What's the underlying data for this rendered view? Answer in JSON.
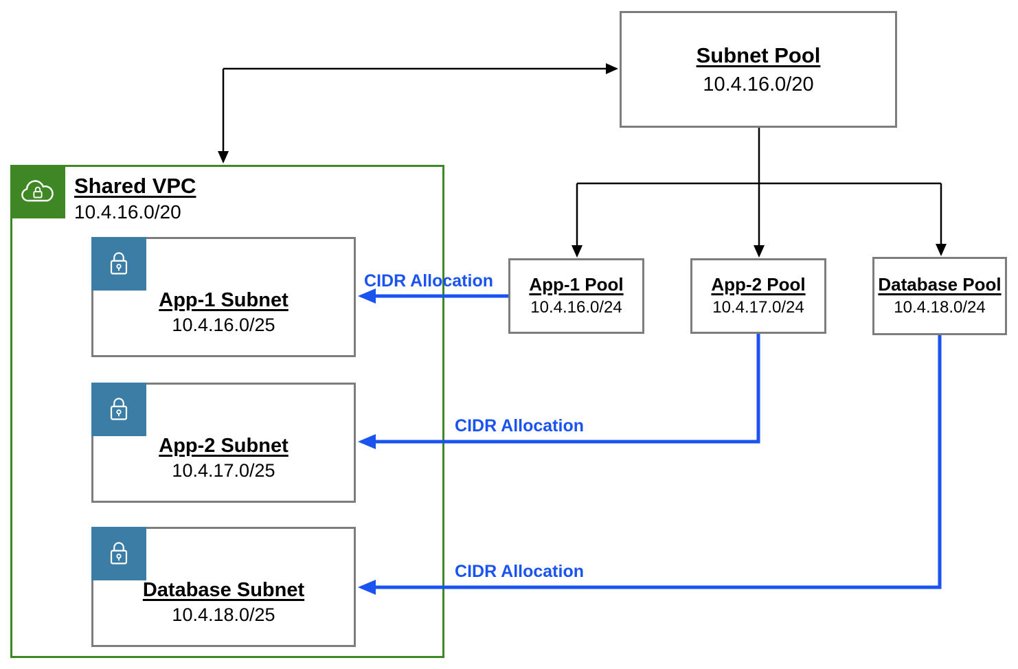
{
  "colors": {
    "vpc_green": "#3F8624",
    "lock_blue": "#3C7DA6",
    "allocation_blue": "#1A53F0",
    "box_border_gray": "#7D7D7D",
    "arrow_black": "#000000",
    "background": "#FFFFFF"
  },
  "subnet_pool": {
    "title": "Subnet Pool",
    "cidr": "10.4.16.0/20"
  },
  "vpc": {
    "title": "Shared VPC",
    "cidr": "10.4.16.0/20",
    "icon": "cloud-lock-icon"
  },
  "subnets": [
    {
      "title": "App-1 Subnet",
      "cidr": "10.4.16.0/25",
      "icon": "lock-icon"
    },
    {
      "title": "App-2 Subnet",
      "cidr": "10.4.17.0/25",
      "icon": "lock-icon"
    },
    {
      "title": "Database Subnet",
      "cidr": "10.4.18.0/25",
      "icon": "lock-icon"
    }
  ],
  "pools": [
    {
      "title": "App-1 Pool",
      "cidr": "10.4.16.0/24"
    },
    {
      "title": "App-2 Pool",
      "cidr": "10.4.17.0/24"
    },
    {
      "title": "Database Pool",
      "cidr": "10.4.18.0/24"
    }
  ],
  "edges": [
    {
      "label": "CIDR Allocation",
      "from": "App-1 Pool",
      "to": "App-1 Subnet"
    },
    {
      "label": "CIDR Allocation",
      "from": "App-2 Pool",
      "to": "App-2 Subnet"
    },
    {
      "label": "CIDR Allocation",
      "from": "Database Pool",
      "to": "Database Subnet"
    }
  ]
}
